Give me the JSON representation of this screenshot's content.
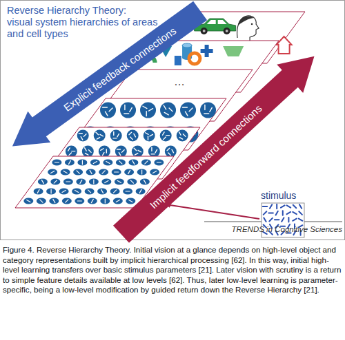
{
  "diagram": {
    "title": "Reverse Hierarchy Theory: visual system hierarchies of areas and cell types",
    "caption": "Figure 4. Reverse Hierarchy Theory. Initial vision at a glance depends on high-level object and category representations built by implicit hierarchical processing [62]. In this way, initial high-level learning transfers over basic stimulus parameters [21]. Later vision with scrutiny is a return to simple feature details available at low levels [62]. Thus, later low-level learning is parameter-specific, being a low-level modification by guided return down the Reverse Hierarchy [21].",
    "nodes": [
      {
        "text": [
          "Explicit feedback connections"
        ]
      },
      {
        "text": [
          "Implicit feedforward connections"
        ]
      },
      {
        "text": [
          "stimulus"
        ]
      }
    ],
    "labels": [
      "…",
      "TRENDS in Cognitive Sciences"
    ]
  }
}
